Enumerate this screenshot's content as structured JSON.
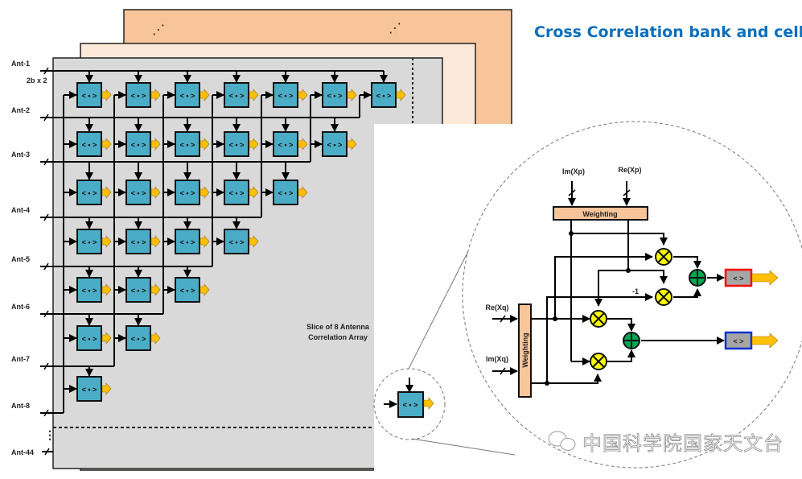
{
  "title": "Cross Correlation bank and cell",
  "colors": {
    "back_layer_fill": "#f8c59b",
    "mid_layer_fill": "#fde9d9",
    "array_bg": "#d9d9d9",
    "cell_fill": "#4bacc6",
    "output_arrow": "#ffc000",
    "weighting_fill": "#f8c59b",
    "multiplier_fill": "#ffff00",
    "adder_fill": "#00a651",
    "out_box_fill": "#a6a6a6",
    "real_out_border": "#ff0000",
    "imag_out_border": "#0033cc",
    "title_color": "#0b6fbd"
  },
  "array": {
    "antennas": [
      "Ant-1",
      "Ant-2",
      "Ant-3",
      "Ant-4",
      "Ant-5",
      "Ant-6",
      "Ant-7",
      "Ant-8"
    ],
    "last_antenna": "Ant-44",
    "bus_width_label": "2b x 2",
    "cells_per_row": [
      7,
      6,
      5,
      4,
      3,
      2,
      1
    ],
    "cell_symbol": "< • >",
    "caption_line1": "Slice of 8 Antenna",
    "caption_line2": "Correlation Array",
    "layer_ellipsis": "⋰"
  },
  "cell_detail": {
    "input_p_imag": "Im(Xp)",
    "input_p_real": "Re(Xp)",
    "input_q_real": "Re(Xq)",
    "input_q_imag": "Im(Xq)",
    "weighting_top": "Weighting",
    "weighting_left": "Weighting",
    "negate_label": "-1",
    "multiplier_symbol": "⊗",
    "adder_symbol": "⊕",
    "out_symbol": "< >"
  },
  "watermark": "中国科学院国家天文台"
}
